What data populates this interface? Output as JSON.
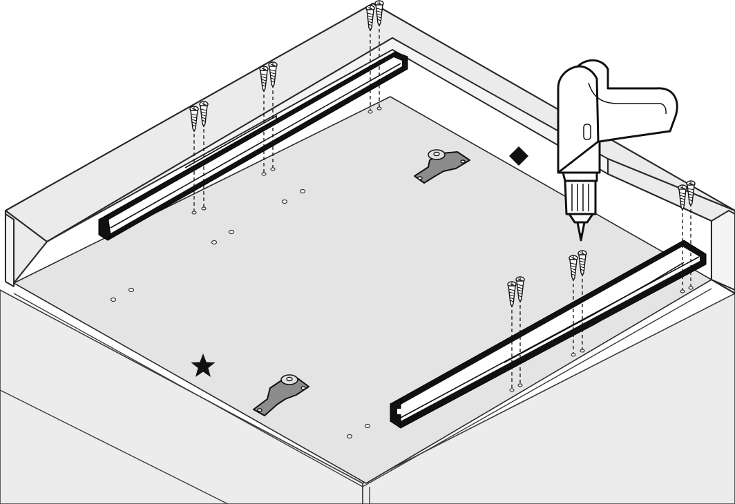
{
  "illustration": {
    "subject": "drawer-runner-installation",
    "parts": [
      {
        "id": "cabinet"
      },
      {
        "id": "left-runner"
      },
      {
        "id": "right-runner"
      },
      {
        "id": "front-bracket"
      },
      {
        "id": "rear-bracket"
      },
      {
        "id": "cordless-drill"
      }
    ],
    "markers": [
      {
        "id": "star-marker",
        "symbol": "star",
        "color": "#111111"
      },
      {
        "id": "diamond-marker",
        "symbol": "diamond",
        "color": "#111111"
      }
    ],
    "icons": [
      "screw-icon",
      "drill-icon",
      "bracket-icon",
      "star-icon",
      "diamond-icon"
    ],
    "colors": {
      "line": "#111111",
      "panel": "#ececec",
      "floor": "#e4e4e4",
      "bracket": "#8c8c8c"
    }
  }
}
